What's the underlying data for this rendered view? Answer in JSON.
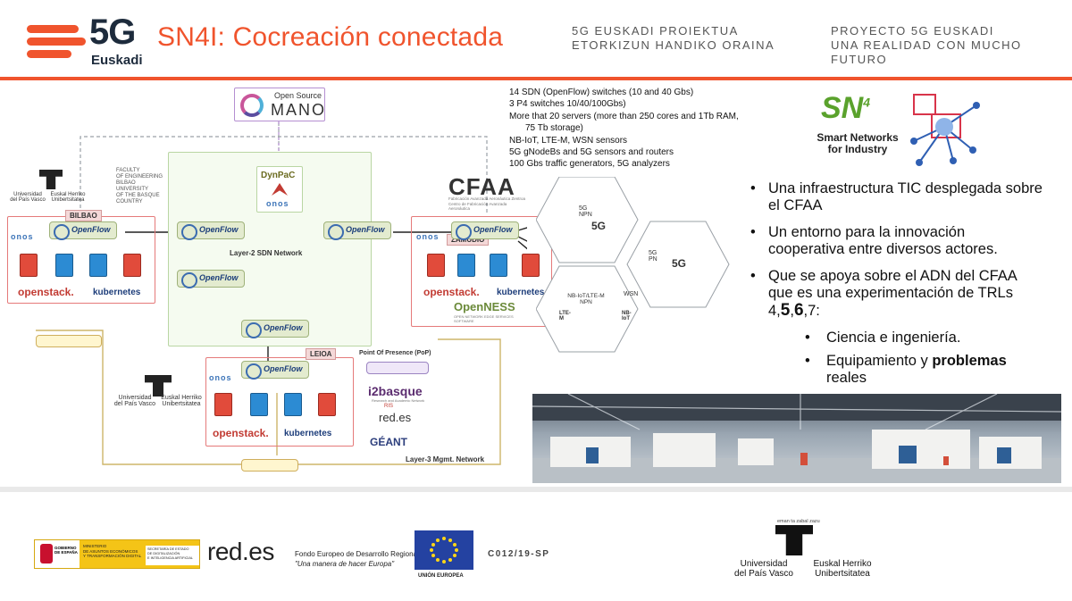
{
  "header": {
    "logo": {
      "mark": "5G",
      "sub": "Euskadi"
    },
    "title": "SN4I: Cocreación conectada",
    "project_eu": [
      "5G EUSKADI PROIEKTUA",
      "ETORKIZUN HANDIKO ORAINA"
    ],
    "project_es": [
      "PROYECTO 5G EUSKADI",
      "UNA REALIDAD CON MUCHO FUTURO"
    ],
    "accent_color": "#f0542d"
  },
  "diagram": {
    "mano": {
      "top": "Open Source",
      "main": "MANO"
    },
    "upv_left": {
      "name_es": "Universidad\ndel País Vasco",
      "name_eu": "Euskal Herriko\nUnibertsitatea"
    },
    "faculty": "FACULTY\nOF ENGINEERING\nBILBAO\nUNIVERSITY\nOF THE BASQUE\nCOUNTRY",
    "sites": {
      "bilbao": "BILBAO",
      "zamudio": "ZAMUDIO",
      "leioa": "LEIOA"
    },
    "dynpac": "DynPaC",
    "onos": "onos",
    "openflow": "OpenFlow",
    "openstack": "openstack.",
    "kubernetes": "kubernetes",
    "layer2": "Layer-2 SDN Network",
    "layer3": "Layer-3 Mgmt. Network",
    "pop": "Point Of Presence (PoP)",
    "i2basque": "i2basque",
    "i2basque_sub": "Research and Academic Network",
    "redes_small": "red.es",
    "rediris": "RIS",
    "geant": "GÉANT",
    "cfaa": {
      "name": "CFAA",
      "sub1": "Fabricación Avanzada Aeronáutica Zentroa",
      "sub2": "Centro de Fabricación Avanzada Aeronáutica"
    },
    "openness": "OpenNESS",
    "openness_sub": "OPEN NETWORK EDGE SERVICES SOFTWARE",
    "hex": {
      "npn5g": "5G NPN",
      "g5": "5G",
      "pn5g": "5G PN",
      "nbiot": "NB-IoT/LTE-M\nNPN",
      "wsn": "WSN",
      "lte": "LTE-M",
      "nbiot_badge": "NB-IoT"
    },
    "upv_center": {
      "name_es": "Universidad\ndel País Vasco",
      "name_eu": "Euskal Herriko\nUnibertsitatea"
    }
  },
  "specs": [
    "14 SDN (OpenFlow)  switches (10 and 40 Gbs)",
    "3 P4 switches 10/40/100Gbs)",
    "More that 20 servers (more than 250 cores and 1Tb RAM,",
    "75 Tb storage)",
    "NB-IoT, LTE-M, WSN sensors",
    "5G gNodeBs  and 5G sensors and routers",
    "100 Gbs traffic generators, 5G analyzers"
  ],
  "sn4i_logo": {
    "mark": "SN",
    "super": "4",
    "line1": "Smart Networks",
    "line2": "for Industry",
    "color": "#5aa22c"
  },
  "bullets": [
    "Una infraestructura TIC desplegada sobre el CFAA",
    "Un entorno para la innovación cooperativa entre diversos actores.",
    {
      "pre": "Que se apoya sobre el ADN del CFAA que es una experimentación de TRLs 4,",
      "bold1": "5",
      "mid1": ",",
      "bold2": "6",
      "post": ",7:"
    }
  ],
  "subbullets": [
    "Ciencia e ingeniería.",
    {
      "pre": "Equipamiento y ",
      "bold": "problemas",
      "post": " reales"
    }
  ],
  "footer": {
    "gobierno": "GOBIERNO\nDE ESPAÑA",
    "ministerio": "MINISTERIO\nDE ASUNTOS ECONÓMICOS\nY TRANSFORMACIÓN DIGITAL",
    "secretaria": "SECRETARÍA DE ESTADO\nDE DIGITALIZACIÓN\nE INTELIGENCIA ARTIFICIAL",
    "redes": "red.es",
    "feder_title": "Fondo Europeo de Desarrollo Regional",
    "feder_motto": "\"Una manera de hacer Europa\"",
    "eu": "UNIÓN EUROPEA",
    "code": "C012/19-SP",
    "upv_motto": "eman ta zabal zazu",
    "upv_es": "Universidad\ndel País Vasco",
    "upv_eu": "Euskal Herriko\nUnibertsitatea"
  }
}
